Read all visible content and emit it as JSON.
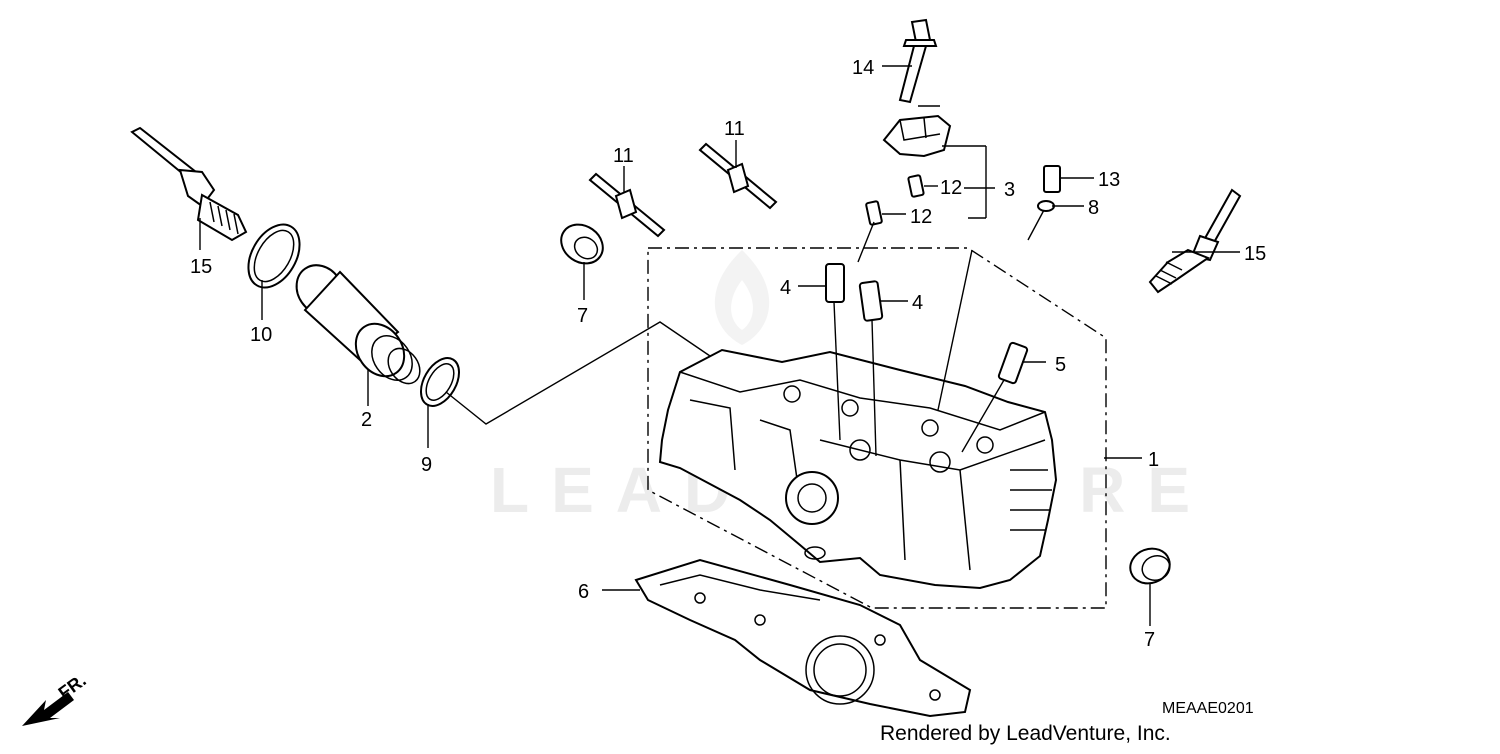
{
  "watermark": "LEADVENTURE",
  "diagram_code": "MEAAE0201",
  "credit": "Rendered by LeadVenture, Inc.",
  "front_marker": "FR.",
  "callouts": [
    "1",
    "2",
    "3",
    "4",
    "4",
    "5",
    "6",
    "7",
    "7",
    "8",
    "9",
    "10",
    "11",
    "11",
    "12",
    "12",
    "13",
    "14",
    "15",
    "15"
  ]
}
